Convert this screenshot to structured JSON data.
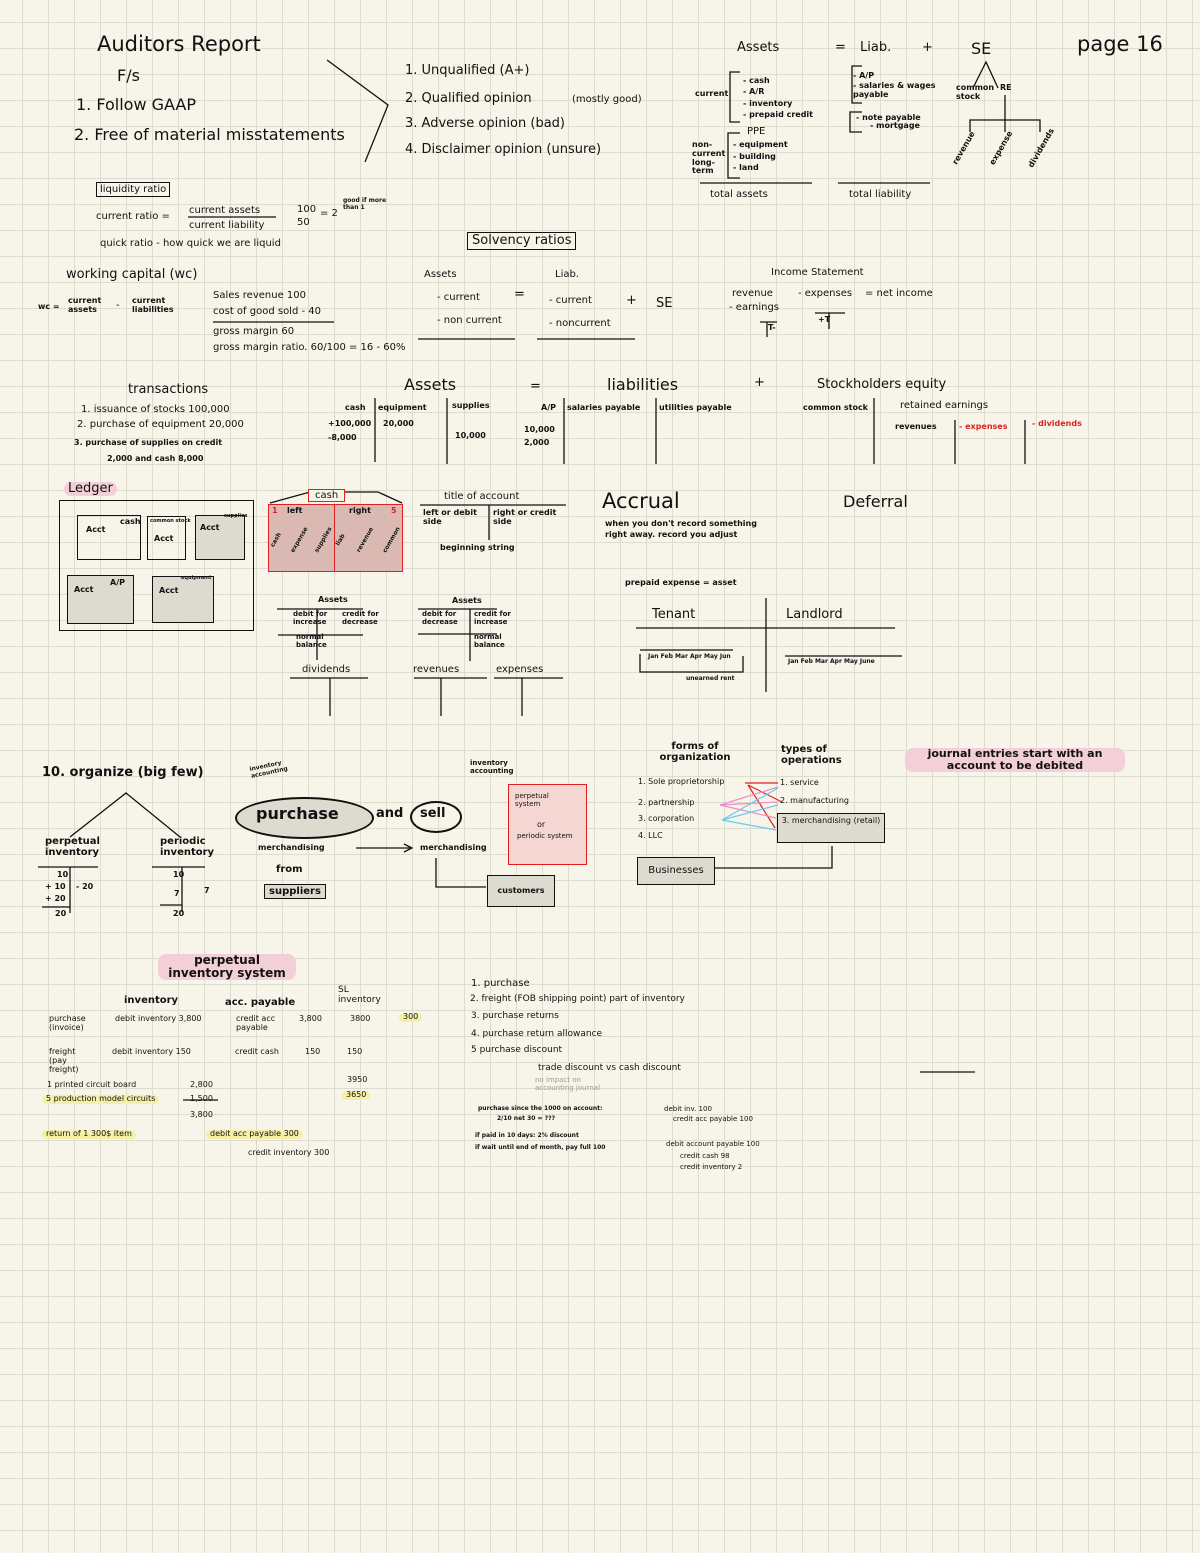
{
  "page_label": "page 16",
  "auditors": {
    "title": "Auditors Report",
    "subtitle": "F/s",
    "criteria": [
      "1. Follow GAAP",
      "2. Free of material misstatements"
    ],
    "opinions": [
      "1. Unqualified (A+)",
      "2. Qualified opinion",
      "(mostly good)",
      "3. Adverse opinion (bad)",
      "4. Disclaimer opinion (unsure)"
    ]
  },
  "balance_sheet": {
    "assets": "Assets",
    "eq": "=",
    "liab": "Liab.",
    "plus": "+",
    "se": "SE",
    "current": "current",
    "current_items": [
      "- cash",
      "- A/R",
      "- inventory",
      "- prepaid credit"
    ],
    "ppe": "PPE",
    "noncurrent": "non-current long-term",
    "ppe_items": [
      "- equipment",
      "- building",
      "- land"
    ],
    "total_assets": "total assets",
    "liab_items": [
      "- A/P",
      "- salaries & wages payable"
    ],
    "liab_long": [
      "- note payable",
      "- mortgage"
    ],
    "total_liab": "total liability",
    "se_children": [
      "common stock",
      "RE"
    ],
    "re_children": [
      "revenue",
      "expense",
      "dividends"
    ]
  },
  "liquidity": {
    "label": "liquidity ratio",
    "current_ratio": "current ratio =",
    "numerator": "current assets",
    "denominator": "current liability",
    "example_num": "100",
    "example_den": "50",
    "example_result": "= 2",
    "note": "good if more than 1",
    "quick_ratio": "quick ratio - how quick we are liquid",
    "working_capital": "working capital (wc)",
    "wc_prefix": "wc =",
    "wc_a": "current assets",
    "wc_minus": "-",
    "wc_b": "current liabilities",
    "sales_revenue": "Sales revenue  100",
    "cogs": "cost of good sold  - 40",
    "gross_margin": "gross margin  60",
    "gross_margin_ratio": "gross margin ratio.  60/100 = 16 - 60%"
  },
  "solvency": {
    "title": "Solvency ratios",
    "assets": "Assets",
    "liab": "Liab.",
    "a_items": [
      "- current",
      "- non current"
    ],
    "eq": "=",
    "l_items": [
      "- current",
      "- noncurrent"
    ],
    "plus": "+",
    "se": "SE"
  },
  "income_statement": {
    "title": "Income Statement",
    "revenue": "revenue",
    "minus_exp": "- expenses",
    "net": "= net income",
    "earnings": "- earnings",
    "t1": "T-",
    "t2": "+T"
  },
  "transactions": {
    "title": "transactions",
    "items": [
      "1. issuance of stocks 100,000",
      "2. purchase of equipment 20,000",
      "3. purchase of supplies on credit",
      "2,000 and cash 8,000"
    ]
  },
  "accounting_eq": {
    "assets": "Assets",
    "eq": "=",
    "liabilities": "liabilities",
    "plus": "+",
    "se": "Stockholders equity",
    "cols": [
      "cash",
      "equipment",
      "supplies",
      "A/P",
      "salaries payable",
      "utilities payable",
      "common stock",
      "retained earnings",
      "revenues",
      "- expenses",
      "- dividends"
    ],
    "cash_vals": [
      "+100,000",
      "-8,000"
    ],
    "equipment_val": "20,000",
    "supplies_val": "10,000",
    "ap_vals": [
      "10,000",
      "2,000"
    ]
  },
  "ledger": {
    "title": "Ledger",
    "acct": "Acct",
    "labels": [
      "cash",
      "common stock",
      "supplies",
      "A/P",
      "equipment"
    ],
    "cash_t": {
      "title": "cash",
      "left": "left",
      "right": "right",
      "l_num": "1",
      "r_num": "5",
      "left_cols": [
        "cash",
        "expense",
        "supplies"
      ],
      "right_cols": [
        "liab",
        "revenue",
        "common"
      ]
    },
    "title_account": "title of account",
    "left_debit": "left or debit side",
    "right_credit": "right or credit side",
    "beginning": "beginning string"
  },
  "normal_balance": {
    "assets1": "Assets",
    "debit_increase": "debit for increase",
    "credit_decrease": "credit for decrease",
    "normal_balance": "normal balance",
    "assets2": "Assets",
    "debit_decrease": "debit for decrease",
    "credit_increase": "credit for increase",
    "normal_balance2": "normal balance",
    "dividends": "dividends",
    "revenues": "revenues",
    "expenses": "expenses"
  },
  "accrual": {
    "title": "Accrual",
    "deferral": "Deferral",
    "desc1": "when you don't record something",
    "desc2": "right away. record you adjust",
    "prepaid": "prepaid expense = asset",
    "tenant": "Tenant",
    "landlord": "Landlord",
    "tenant_months": [
      "Jan Feb Mar Apr May Jun"
    ],
    "unearned": "unearned rent",
    "landlord_months": "Jan Feb Mar Apr May June"
  },
  "merch": {
    "organize": "10. organize (big few)",
    "perpetual": "perpetual inventory",
    "periodic": "periodic inventory",
    "p_vals": [
      "10",
      "+ 10",
      "+ 20",
      "- 20",
      "20"
    ],
    "q_vals": [
      "10",
      "7",
      "7",
      "20"
    ],
    "inventory_accounting": "inventory accounting",
    "purchase": "purchase",
    "and": "and",
    "sell": "sell",
    "merchandising": "merchandising",
    "merchandising2": "merchandising",
    "from": "from",
    "suppliers": "suppliers",
    "customers": "customers",
    "inventory_accounting2": "inventory accounting",
    "systems": [
      "perpetual system",
      "or",
      "periodic system"
    ]
  },
  "organization": {
    "forms_title": "forms of organization",
    "forms": [
      "1. Sole proprietorship",
      "2. partnership",
      "3. corporation",
      "4. LLC"
    ],
    "types_title": "types of operations",
    "types": [
      "1. service",
      "2. manufacturing",
      "3. merchandising (retail)"
    ],
    "businesses": "Businesses",
    "journal_note": "journal entries start with an account to be debited"
  },
  "perpetual_system": {
    "title": "perpetual inventory system",
    "headers": [
      "inventory",
      "acc. payable",
      "SL inventory"
    ],
    "rows": [
      {
        "label": "purchase (invoice)",
        "debit": "debit inventory 3,800",
        "credit": "credit acc payable",
        "credit_val": "3,800",
        "inv": "3800",
        "extra": "300"
      },
      {
        "label": "freight (pay freight)",
        "debit": "debit inventory 150",
        "credit": "credit cash",
        "credit_val": "150",
        "inv": "150"
      }
    ],
    "inv_total": "3950",
    "inv_after": "3650",
    "items": [
      "1 printed circuit board",
      "5 production model circuits"
    ],
    "item_vals": [
      "2,800",
      "1,500",
      "3,800"
    ],
    "return_note": "return of 1 300$ item",
    "return_debit": "debit acc payable  300",
    "return_credit": "credit inventory 300"
  },
  "purchase_list": {
    "items": [
      "1. purchase",
      "2. freight (FOB shipping point) part of inventory",
      "3. purchase returns",
      "4. purchase return allowance",
      "5 purchase discount"
    ],
    "trade_vs_cash": "trade discount vs cash discount",
    "grey_note": "no impact on accounting journal",
    "q1": "purchase since the 1000 on account:",
    "q2": "2/10 net 30 = ???",
    "q3": "if paid in 10 days: 2% discount",
    "q4": "if wait until end of month, pay full 100",
    "j1": "debit inv.   100",
    "j2": "credit acc payable  100",
    "j3": "debit account payable  100",
    "j4": "credit cash  98",
    "j5": "credit inventory  2"
  }
}
